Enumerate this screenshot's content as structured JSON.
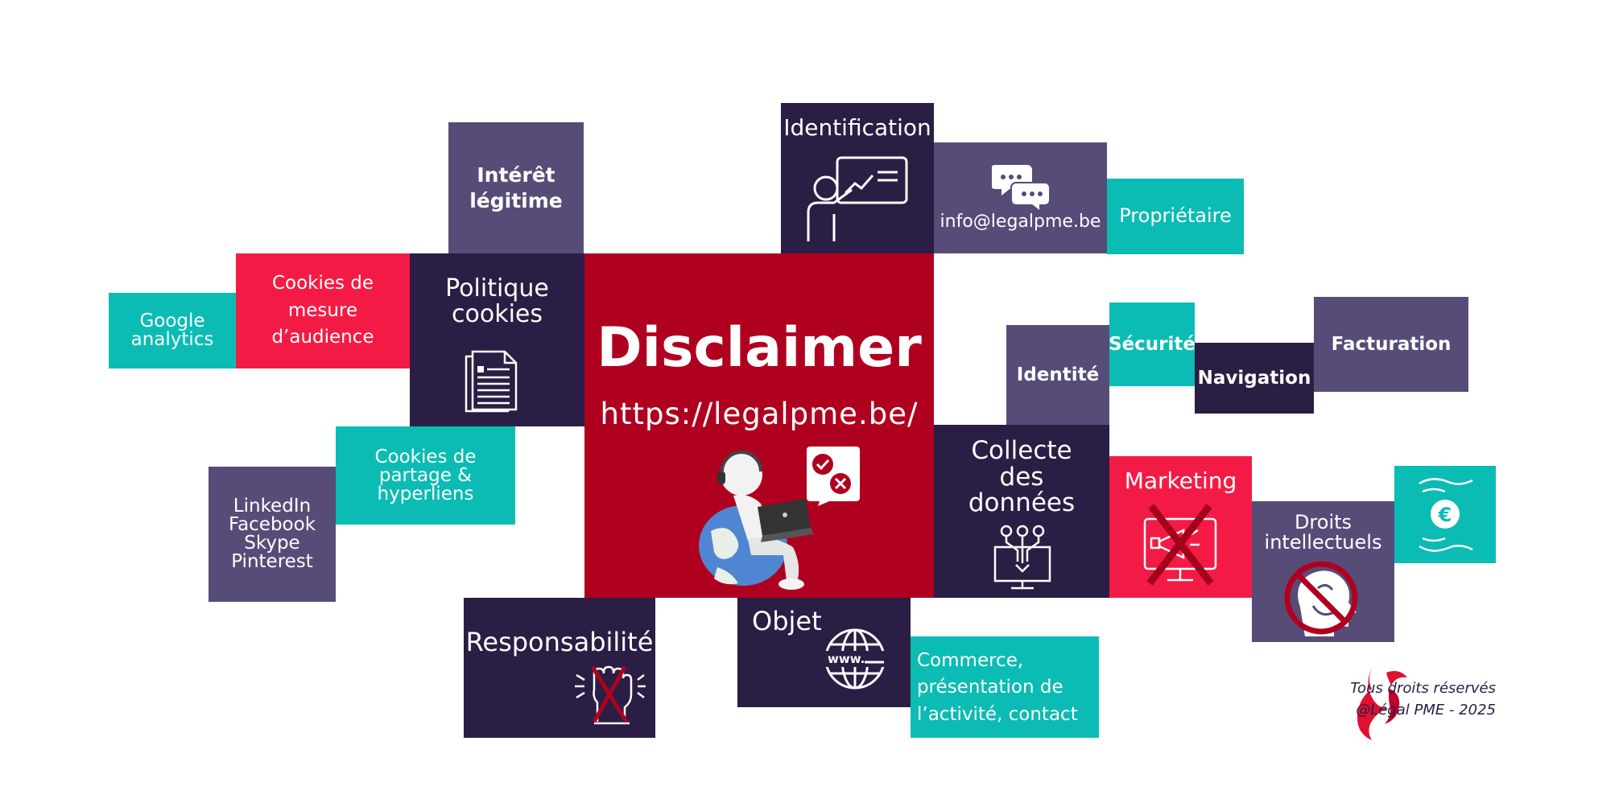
{
  "center": {
    "title": "Disclaimer",
    "url": "https://legalpme.be/"
  },
  "tiles": {
    "interet": [
      "Intérêt",
      "légitime"
    ],
    "identification": "Identification",
    "email": "info@legalpme.be",
    "proprietaire": "Propriétaire",
    "cookies_mesure": [
      "Cookies de",
      "mesure",
      "d’audience"
    ],
    "google": [
      "Google",
      "analytics"
    ],
    "politique": [
      "Politique",
      "cookies"
    ],
    "identite": "Identité",
    "securite": "Sécurité",
    "navigation": "Navigation",
    "facturation": "Facturation",
    "cookies_partage": [
      "Cookies de",
      "partage &",
      "hyperliens"
    ],
    "social": [
      "LinkedIn",
      "Facebook",
      "Skype",
      "Pinterest"
    ],
    "collecte": [
      "Collecte",
      "des",
      "données"
    ],
    "marketing": "Marketing",
    "droits": [
      "Droits",
      "intellectuels"
    ],
    "responsabilite": "Responsabilité",
    "objet": "Objet",
    "commerce": [
      "Commerce,",
      "présentation de",
      "l’activité, contact ..."
    ]
  },
  "footer": {
    "line1": "Tous droits réservés",
    "line2": "@Légal PME - 2025"
  },
  "colors": {
    "teal": "#0bbcb4",
    "pink": "#f31b45",
    "purple": "#574c78",
    "dark": "#2a1e44",
    "red": "#b00020"
  },
  "icons": [
    "presentation-icon",
    "chat-bubbles-icon",
    "document-icon",
    "person-laptop-icon",
    "check-cross-bubble-icon",
    "data-funnel-icon",
    "megaphone-crossed-icon",
    "ip-prohibited-icon",
    "euro-hands-icon",
    "www-globe-icon",
    "raised-fist-crossed-icon",
    "logo-icon"
  ]
}
